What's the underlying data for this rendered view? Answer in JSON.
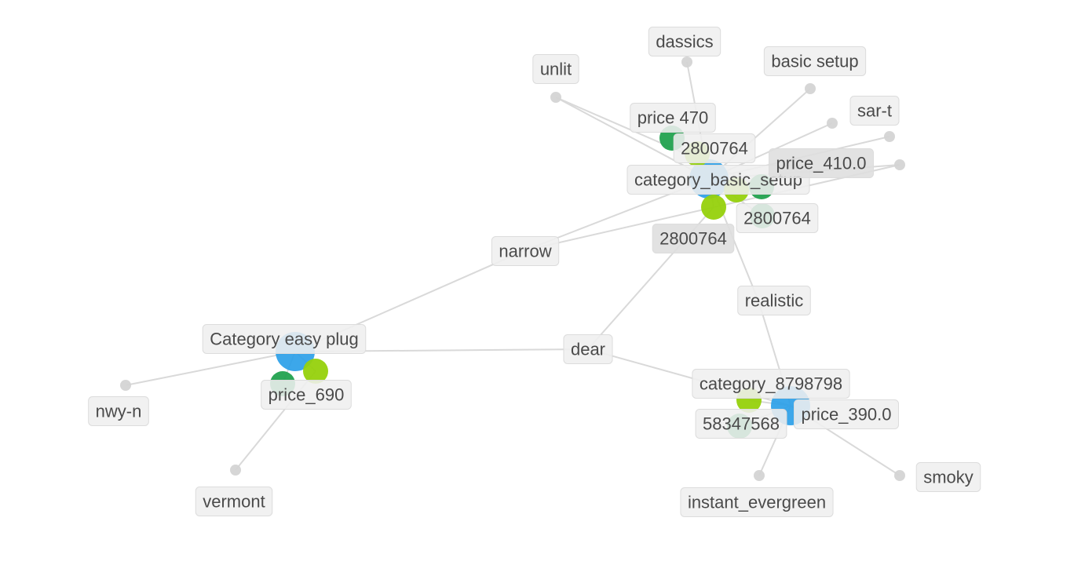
{
  "colors": {
    "background": "#ffffff",
    "edge": "#d9d9d9",
    "leaf": "#d4d4d4",
    "category": "#2b9fe8",
    "lime": "#96d10c",
    "green": "#22a24f",
    "label_bg": "#efefef",
    "label_bg_dark": "#dedede",
    "label_text": "#4a4a4a"
  },
  "nodes": {
    "cat_basic": {
      "label": "category_basic_setup",
      "kind": "category"
    },
    "price470": {
      "label": "price 470",
      "kind": "green"
    },
    "id_top": {
      "label": "2800764",
      "kind": "lime"
    },
    "price410": {
      "label": "price_410.0",
      "kind": "green",
      "dark": true
    },
    "id_right": {
      "label": "2800764",
      "kind": "green"
    },
    "id_bottom": {
      "label": "2800764",
      "kind": "lime",
      "dark": true
    },
    "lime_c": {
      "label": "",
      "kind": "lime"
    },
    "dassics": {
      "label": "dassics",
      "kind": "leaf"
    },
    "unlit": {
      "label": "unlit",
      "kind": "leaf"
    },
    "basicsetup": {
      "label": "basic setup",
      "kind": "leaf"
    },
    "sart": {
      "label": "sar-t",
      "kind": "leaf"
    },
    "dot1": {
      "label": "",
      "kind": "leaf"
    },
    "dot2": {
      "label": "",
      "kind": "leaf"
    },
    "narrow": {
      "label": "narrow",
      "kind": "leaf"
    },
    "realistic": {
      "label": "realistic",
      "kind": "leaf"
    },
    "dear": {
      "label": "dear",
      "kind": "leaf"
    },
    "cat_easy": {
      "label": "Category easy plug",
      "kind": "category"
    },
    "easy_lime": {
      "label": "",
      "kind": "lime"
    },
    "price690": {
      "label": "price_690",
      "kind": "green"
    },
    "nwyn": {
      "label": "nwy-n",
      "kind": "leaf"
    },
    "vermont": {
      "label": "vermont",
      "kind": "leaf"
    },
    "price390": {
      "label": "price_390.0",
      "kind": "category"
    },
    "cat879": {
      "label": "category_8798798",
      "kind": "lime"
    },
    "id583": {
      "label": "58347568",
      "kind": "green"
    },
    "instant": {
      "label": "instant_evergreen",
      "kind": "leaf"
    },
    "smoky": {
      "label": "smoky",
      "kind": "leaf"
    }
  },
  "edges": [
    [
      "cat_basic",
      "price470"
    ],
    [
      "cat_basic",
      "id_top"
    ],
    [
      "cat_basic",
      "price410"
    ],
    [
      "cat_basic",
      "id_right"
    ],
    [
      "cat_basic",
      "id_bottom"
    ],
    [
      "cat_basic",
      "lime_c"
    ],
    [
      "dassics",
      "cat_basic"
    ],
    [
      "unlit",
      "cat_basic"
    ],
    [
      "unlit",
      "price410"
    ],
    [
      "basicsetup",
      "cat_basic"
    ],
    [
      "sart",
      "cat_basic"
    ],
    [
      "dot1",
      "cat_basic"
    ],
    [
      "dot2",
      "cat_basic"
    ],
    [
      "dot2",
      "narrow"
    ],
    [
      "narrow",
      "cat_basic"
    ],
    [
      "narrow",
      "cat_easy"
    ],
    [
      "realistic",
      "cat_basic"
    ],
    [
      "realistic",
      "price390"
    ],
    [
      "dear",
      "id_bottom"
    ],
    [
      "dear",
      "cat_easy"
    ],
    [
      "dear",
      "price390"
    ],
    [
      "cat_easy",
      "easy_lime"
    ],
    [
      "cat_easy",
      "price690"
    ],
    [
      "nwyn",
      "cat_easy"
    ],
    [
      "vermont",
      "easy_lime"
    ],
    [
      "price390",
      "cat879"
    ],
    [
      "price390",
      "id583"
    ],
    [
      "instant",
      "price390"
    ],
    [
      "smoky",
      "price390"
    ]
  ]
}
